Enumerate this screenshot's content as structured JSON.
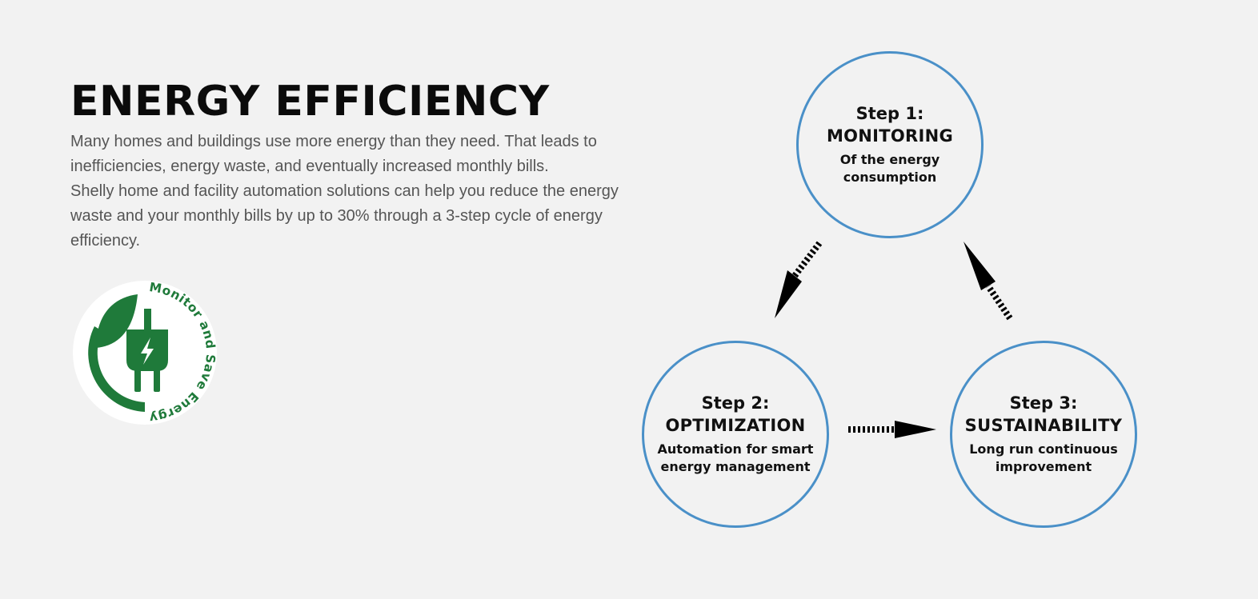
{
  "header": {
    "title": "ENERGY EFFICIENCY",
    "paragraph_1": "Many homes and buildings use more energy than they need. That leads to inefficiencies, energy waste, and eventually increased monthly bills.",
    "paragraph_2": "Shelly home and facility automation solutions can help you reduce the energy waste and your monthly bills by up to 30% through a 3-step cycle of energy efficiency."
  },
  "badge": {
    "text": "Monitor and Save Energy",
    "icons": [
      "leaf-icon",
      "plug-icon",
      "lightning-icon"
    ],
    "color": "#1f7a3a"
  },
  "steps": [
    {
      "number": "Step 1:",
      "name": "MONITORING",
      "description": "Of the energy consumption"
    },
    {
      "number": "Step 2:",
      "name": "OPTIMIZATION",
      "description": "Automation for smart energy management"
    },
    {
      "number": "Step 3:",
      "name": "SUSTAINABILITY",
      "description": "Long run continuous improvement"
    }
  ],
  "colors": {
    "background": "#f2f2f2",
    "circle_border": "#4a90c8",
    "text": "#111111",
    "paragraph": "#555555"
  }
}
